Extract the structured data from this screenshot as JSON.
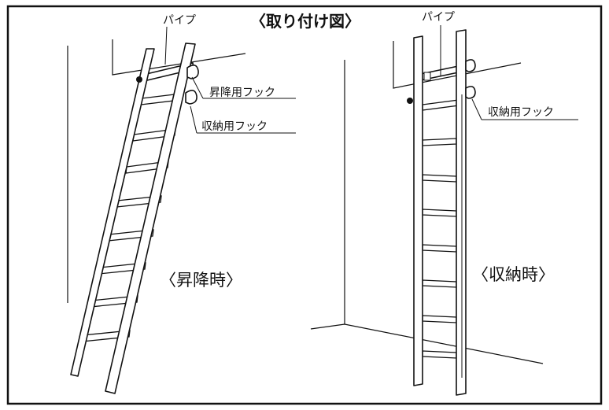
{
  "figure": {
    "title": "〈取り付け図〉",
    "left": {
      "pipe_label": "パイプ",
      "hook_lift_label": "昇降用フック",
      "hook_store_label": "収納用フック",
      "caption": "〈昇降時〉"
    },
    "right": {
      "pipe_label": "パイプ",
      "hook_store_label": "収納用フック",
      "caption": "〈収納時〉"
    }
  }
}
